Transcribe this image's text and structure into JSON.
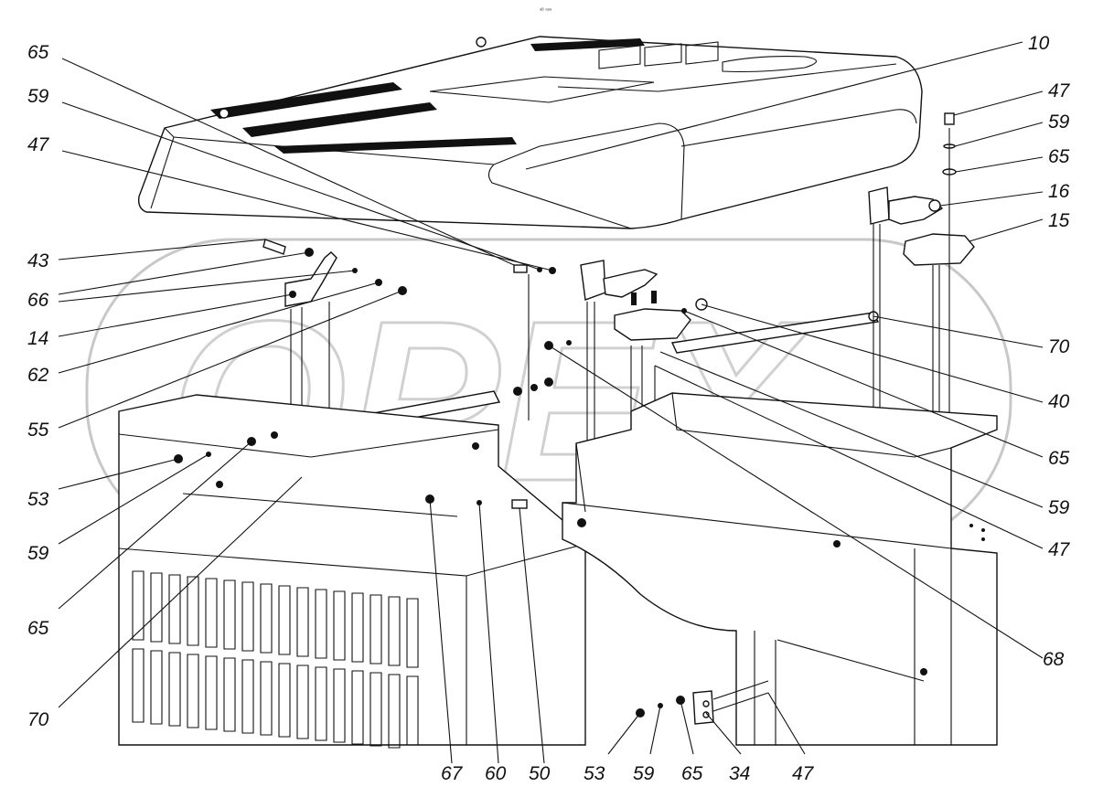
{
  "header_mark": "ᵃᴮ ᵃᵃᵃ",
  "watermark": "OPEX",
  "callouts": {
    "c65a": "65",
    "c59a": "59",
    "c47a": "47",
    "c43": "43",
    "c66": "66",
    "c14": "14",
    "c62": "62",
    "c55": "55",
    "c53a": "53",
    "c59b": "59",
    "c65b": "65",
    "c70a": "70",
    "c10": "10",
    "c47b": "47",
    "c59c": "59",
    "c65c": "65",
    "c16": "16",
    "c15": "15",
    "c70b": "70",
    "c40": "40",
    "c65d": "65",
    "c59d": "59",
    "c47c": "47",
    "c68": "68",
    "c67": "67",
    "c60": "60",
    "c50": "50",
    "c53b": "53",
    "c59e": "59",
    "c65e": "65",
    "c34": "34",
    "c47d": "47"
  }
}
